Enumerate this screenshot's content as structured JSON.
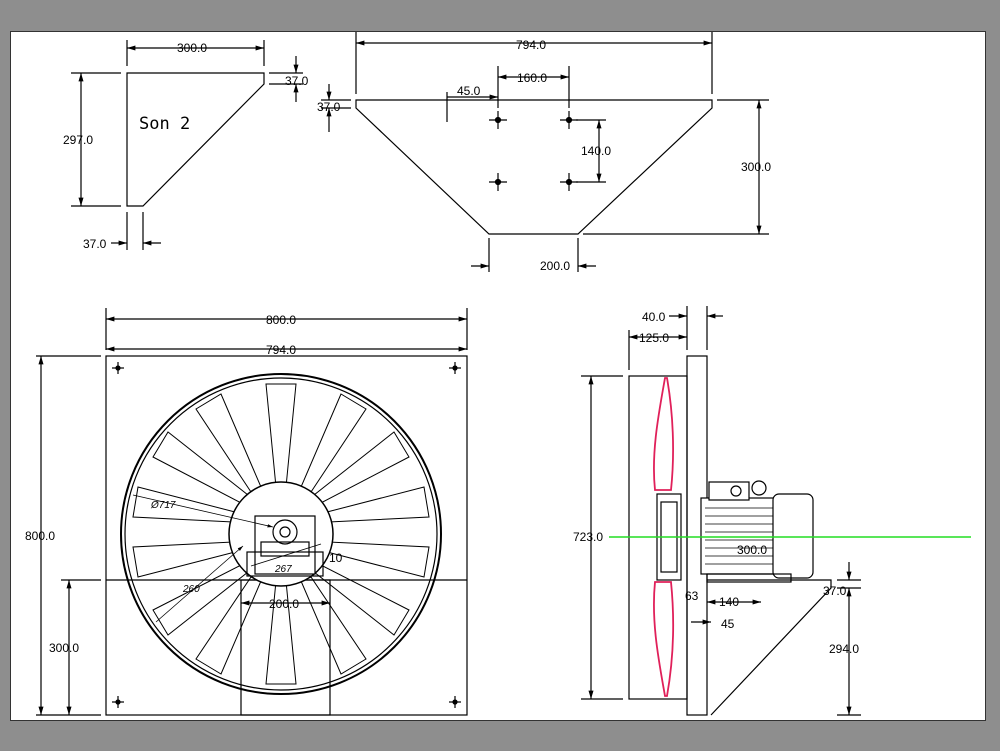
{
  "colors": {
    "background": "#8e8e8e",
    "sheet": "#ffffff",
    "line": "#000000",
    "blade": "#e0205a",
    "axis": "#22dd22"
  },
  "side_plate": {
    "label": "Son 2",
    "dim_top": "300.0",
    "dim_height": "297.0",
    "dim_corner_v": "37.0",
    "dim_corner_h": "37.0"
  },
  "trapezoid_plate": {
    "dim_top": "794.0",
    "dim_left_v": "37.0",
    "dim_hole_offset": "45.0",
    "dim_hole_h": "160.0",
    "dim_hole_v": "140.0",
    "dim_height": "300.0",
    "dim_bottom": "200.0"
  },
  "front_view": {
    "dim_outer_width": "800.0",
    "dim_inner_width": "794.0",
    "dim_height": "800.0",
    "dim_lower": "300.0",
    "dim_diameter": "Ø717",
    "dim_hub_a": "260",
    "dim_hub_b": "267",
    "dim_hub_c": "10",
    "dim_base": "200.0"
  },
  "side_view": {
    "dim_plate": "40.0",
    "dim_frame": "125.0",
    "dim_blade": "723.0",
    "dim_motor": "300.0",
    "dim_a": "63",
    "dim_b": "140",
    "dim_c": "45",
    "dim_bracket_v": "37.0",
    "dim_bracket_h": "294.0"
  }
}
